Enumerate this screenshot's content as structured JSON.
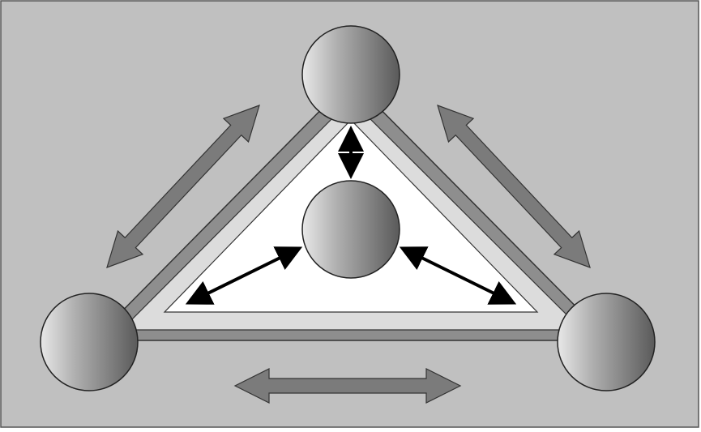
{
  "diagram": {
    "type": "triangle-network",
    "colors": {
      "background": "#c0c0c0",
      "border": "#555555",
      "frame_outer": "#8e8e8e",
      "frame_band": "#dcdcdc",
      "inner_fill": "#ffffff",
      "big_arrow_fill": "#7b7b7b",
      "small_arrow": "#000000",
      "sphere_light": "#e8e8e8",
      "sphere_dark": "#5a5a5a"
    },
    "nodes": [
      {
        "id": "top",
        "role": "vertex",
        "icon": "sphere-icon"
      },
      {
        "id": "bottom-left",
        "role": "vertex",
        "icon": "sphere-icon"
      },
      {
        "id": "bottom-right",
        "role": "vertex",
        "icon": "sphere-icon"
      },
      {
        "id": "center",
        "role": "hub",
        "icon": "sphere-icon"
      }
    ],
    "connections": [
      {
        "from": "top",
        "to": "bottom-left",
        "style": "outer-double-arrow"
      },
      {
        "from": "top",
        "to": "bottom-right",
        "style": "outer-double-arrow"
      },
      {
        "from": "bottom-left",
        "to": "bottom-right",
        "style": "outer-double-arrow"
      },
      {
        "from": "center",
        "to": "top",
        "style": "inner-double-arrow"
      },
      {
        "from": "center",
        "to": "bottom-left",
        "style": "inner-double-arrow"
      },
      {
        "from": "center",
        "to": "bottom-right",
        "style": "inner-double-arrow"
      }
    ]
  }
}
